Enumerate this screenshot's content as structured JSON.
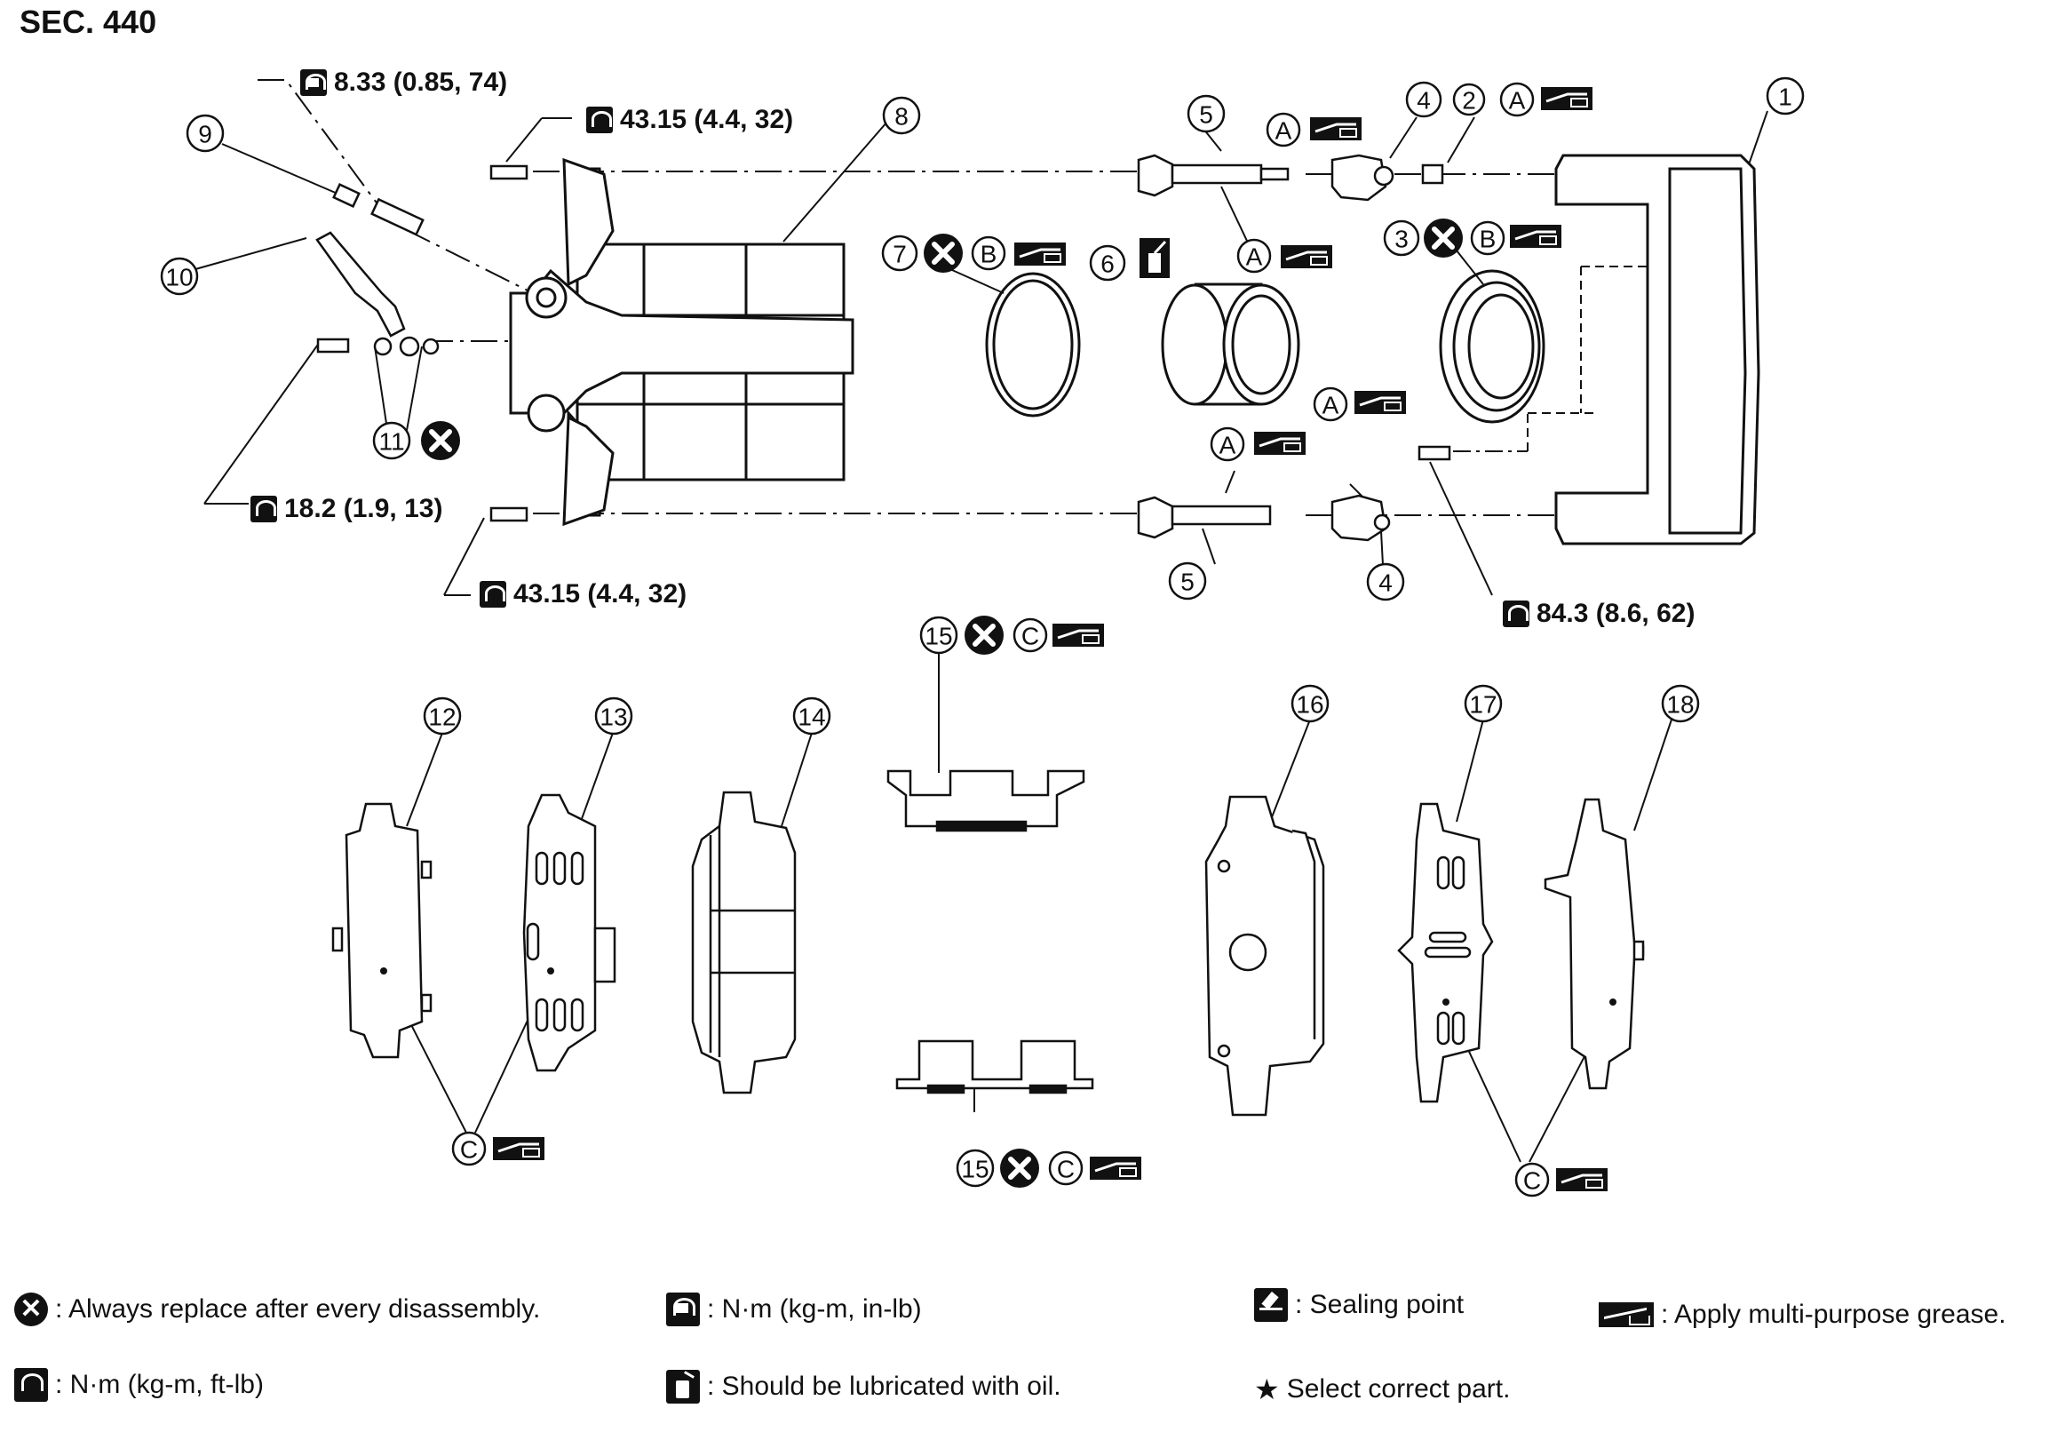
{
  "section": "SEC. 440",
  "torques": {
    "t1": "8.33 (0.85, 74)",
    "t2": "43.15 (4.4, 32)",
    "t3": "18.2 (1.9, 13)",
    "t4": "43.15 (4.4, 32)",
    "t5": "84.3 (8.6, 62)"
  },
  "callouts": {
    "c1": "1",
    "c2": "2",
    "c3": "3",
    "c4a": "4",
    "c4b": "4",
    "c5a": "5",
    "c5b": "5",
    "c6": "6",
    "c7": "7",
    "c8": "8",
    "c9": "9",
    "c10": "10",
    "c11": "11",
    "c12": "12",
    "c13": "13",
    "c14": "14",
    "c15a": "15",
    "c15b": "15",
    "c16": "16",
    "c17": "17",
    "c18": "18"
  },
  "letters": {
    "A": "A",
    "B": "B",
    "C": "C",
    "X": "✕"
  },
  "legend": {
    "replace": ": Always replace after every disassembly.",
    "nm_inlb": ": N·m (kg-m, in-lb)",
    "sealing": ": Sealing point",
    "grease": ": Apply multi-purpose grease.",
    "nm_ftlb": ": N·m (kg-m, ft-lb)",
    "oil": ": Should be lubricated with oil.",
    "select": "Select correct part.",
    "star": "★"
  },
  "icons": {
    "replace": "x-circle-icon",
    "torque_inlb": "torque-wrench-inlb-icon",
    "torque_ftlb": "torque-wrench-ftlb-icon",
    "sealing": "sealing-icon",
    "grease": "grease-icon",
    "oil": "oil-can-icon",
    "star": "star-icon"
  }
}
